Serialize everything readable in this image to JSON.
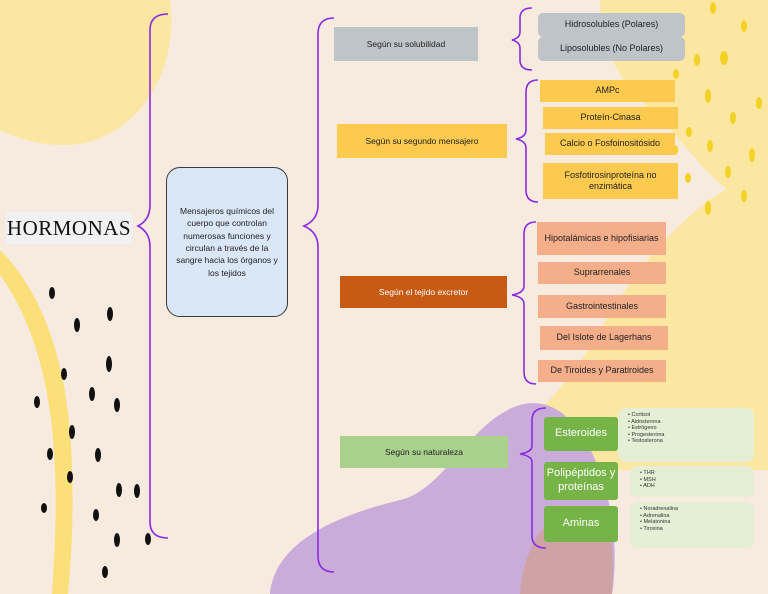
{
  "title": "HORMONAS",
  "center_text": "Mensajeros químicos del cuerpo que controlan numerosas funciones y circulan a través de la sangre hacia los órganos y los tejidos",
  "colors": {
    "purple_brace": "#8a2be2",
    "gray_box": "#bfc4c9",
    "yellow_box": "#fbca4e",
    "orange_dark": "#c75a14",
    "orange_light": "#f5ae8a",
    "green_dark": "#76b447",
    "green_light": "#a9d18e",
    "green_pale": "#e4efd5",
    "center_box": "#dae7f7"
  },
  "categories": [
    {
      "label": "Según su solubilidad",
      "items": [
        "Hidrosolubles (Polares)",
        "Liposolubles (No Polares)"
      ]
    },
    {
      "label": "Según su segundo mensajero",
      "items": [
        "AMPc",
        "Proteín-Cinasa",
        "Calcio o Fosfoinositósido",
        "Fosfotirosinproteína no enzimática"
      ]
    },
    {
      "label": "Según el tejido excretor",
      "items": [
        "Hipotalámicas e hipofisiarias",
        "Suprarrenales",
        "Gastrointestinales",
        "Del Islote de Lagerhans",
        "De Tiroides y Paratiroides"
      ]
    },
    {
      "label": "Según su naturaleza",
      "groups": [
        {
          "label": "Esteroides",
          "examples": [
            "Cortisol",
            "Aldosterona",
            "Estrógeno",
            "Progesterona",
            "Testosterona"
          ]
        },
        {
          "label": "Polipéptidos y proteínas",
          "examples": [
            "THR",
            "MSH",
            "ADH"
          ]
        },
        {
          "label": "Aminas",
          "examples": [
            "Noradrenalina",
            "Adrenalina",
            "Melatonina",
            "Tiroxina"
          ]
        }
      ]
    }
  ]
}
